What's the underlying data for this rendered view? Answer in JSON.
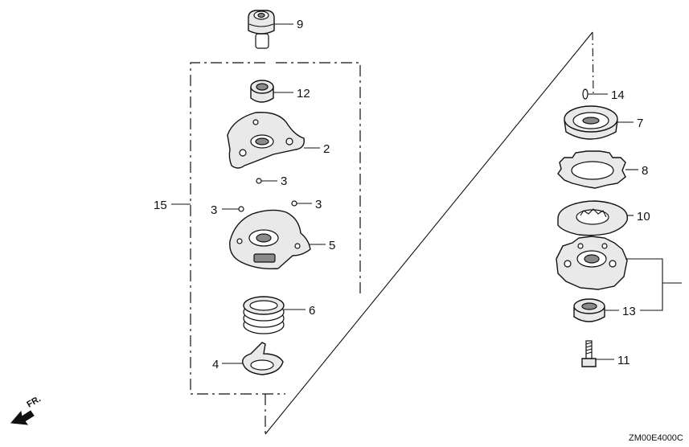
{
  "diagram": {
    "type": "exploded-parts-diagram",
    "reference_code": "ZM00E4000C",
    "front_indicator": "FR.",
    "callouts": [
      {
        "id": "p9",
        "label": "9"
      },
      {
        "id": "p12",
        "label": "12"
      },
      {
        "id": "p2",
        "label": "2"
      },
      {
        "id": "p3a",
        "label": "3"
      },
      {
        "id": "p3b",
        "label": "3"
      },
      {
        "id": "p3c",
        "label": "3"
      },
      {
        "id": "p15",
        "label": "15"
      },
      {
        "id": "p5",
        "label": "5"
      },
      {
        "id": "p6",
        "label": "6"
      },
      {
        "id": "p4",
        "label": "4"
      },
      {
        "id": "p14",
        "label": "14"
      },
      {
        "id": "p7",
        "label": "7"
      },
      {
        "id": "p8",
        "label": "8"
      },
      {
        "id": "p10",
        "label": "10"
      },
      {
        "id": "p13",
        "label": "13"
      },
      {
        "id": "p11",
        "label": "11"
      }
    ]
  }
}
